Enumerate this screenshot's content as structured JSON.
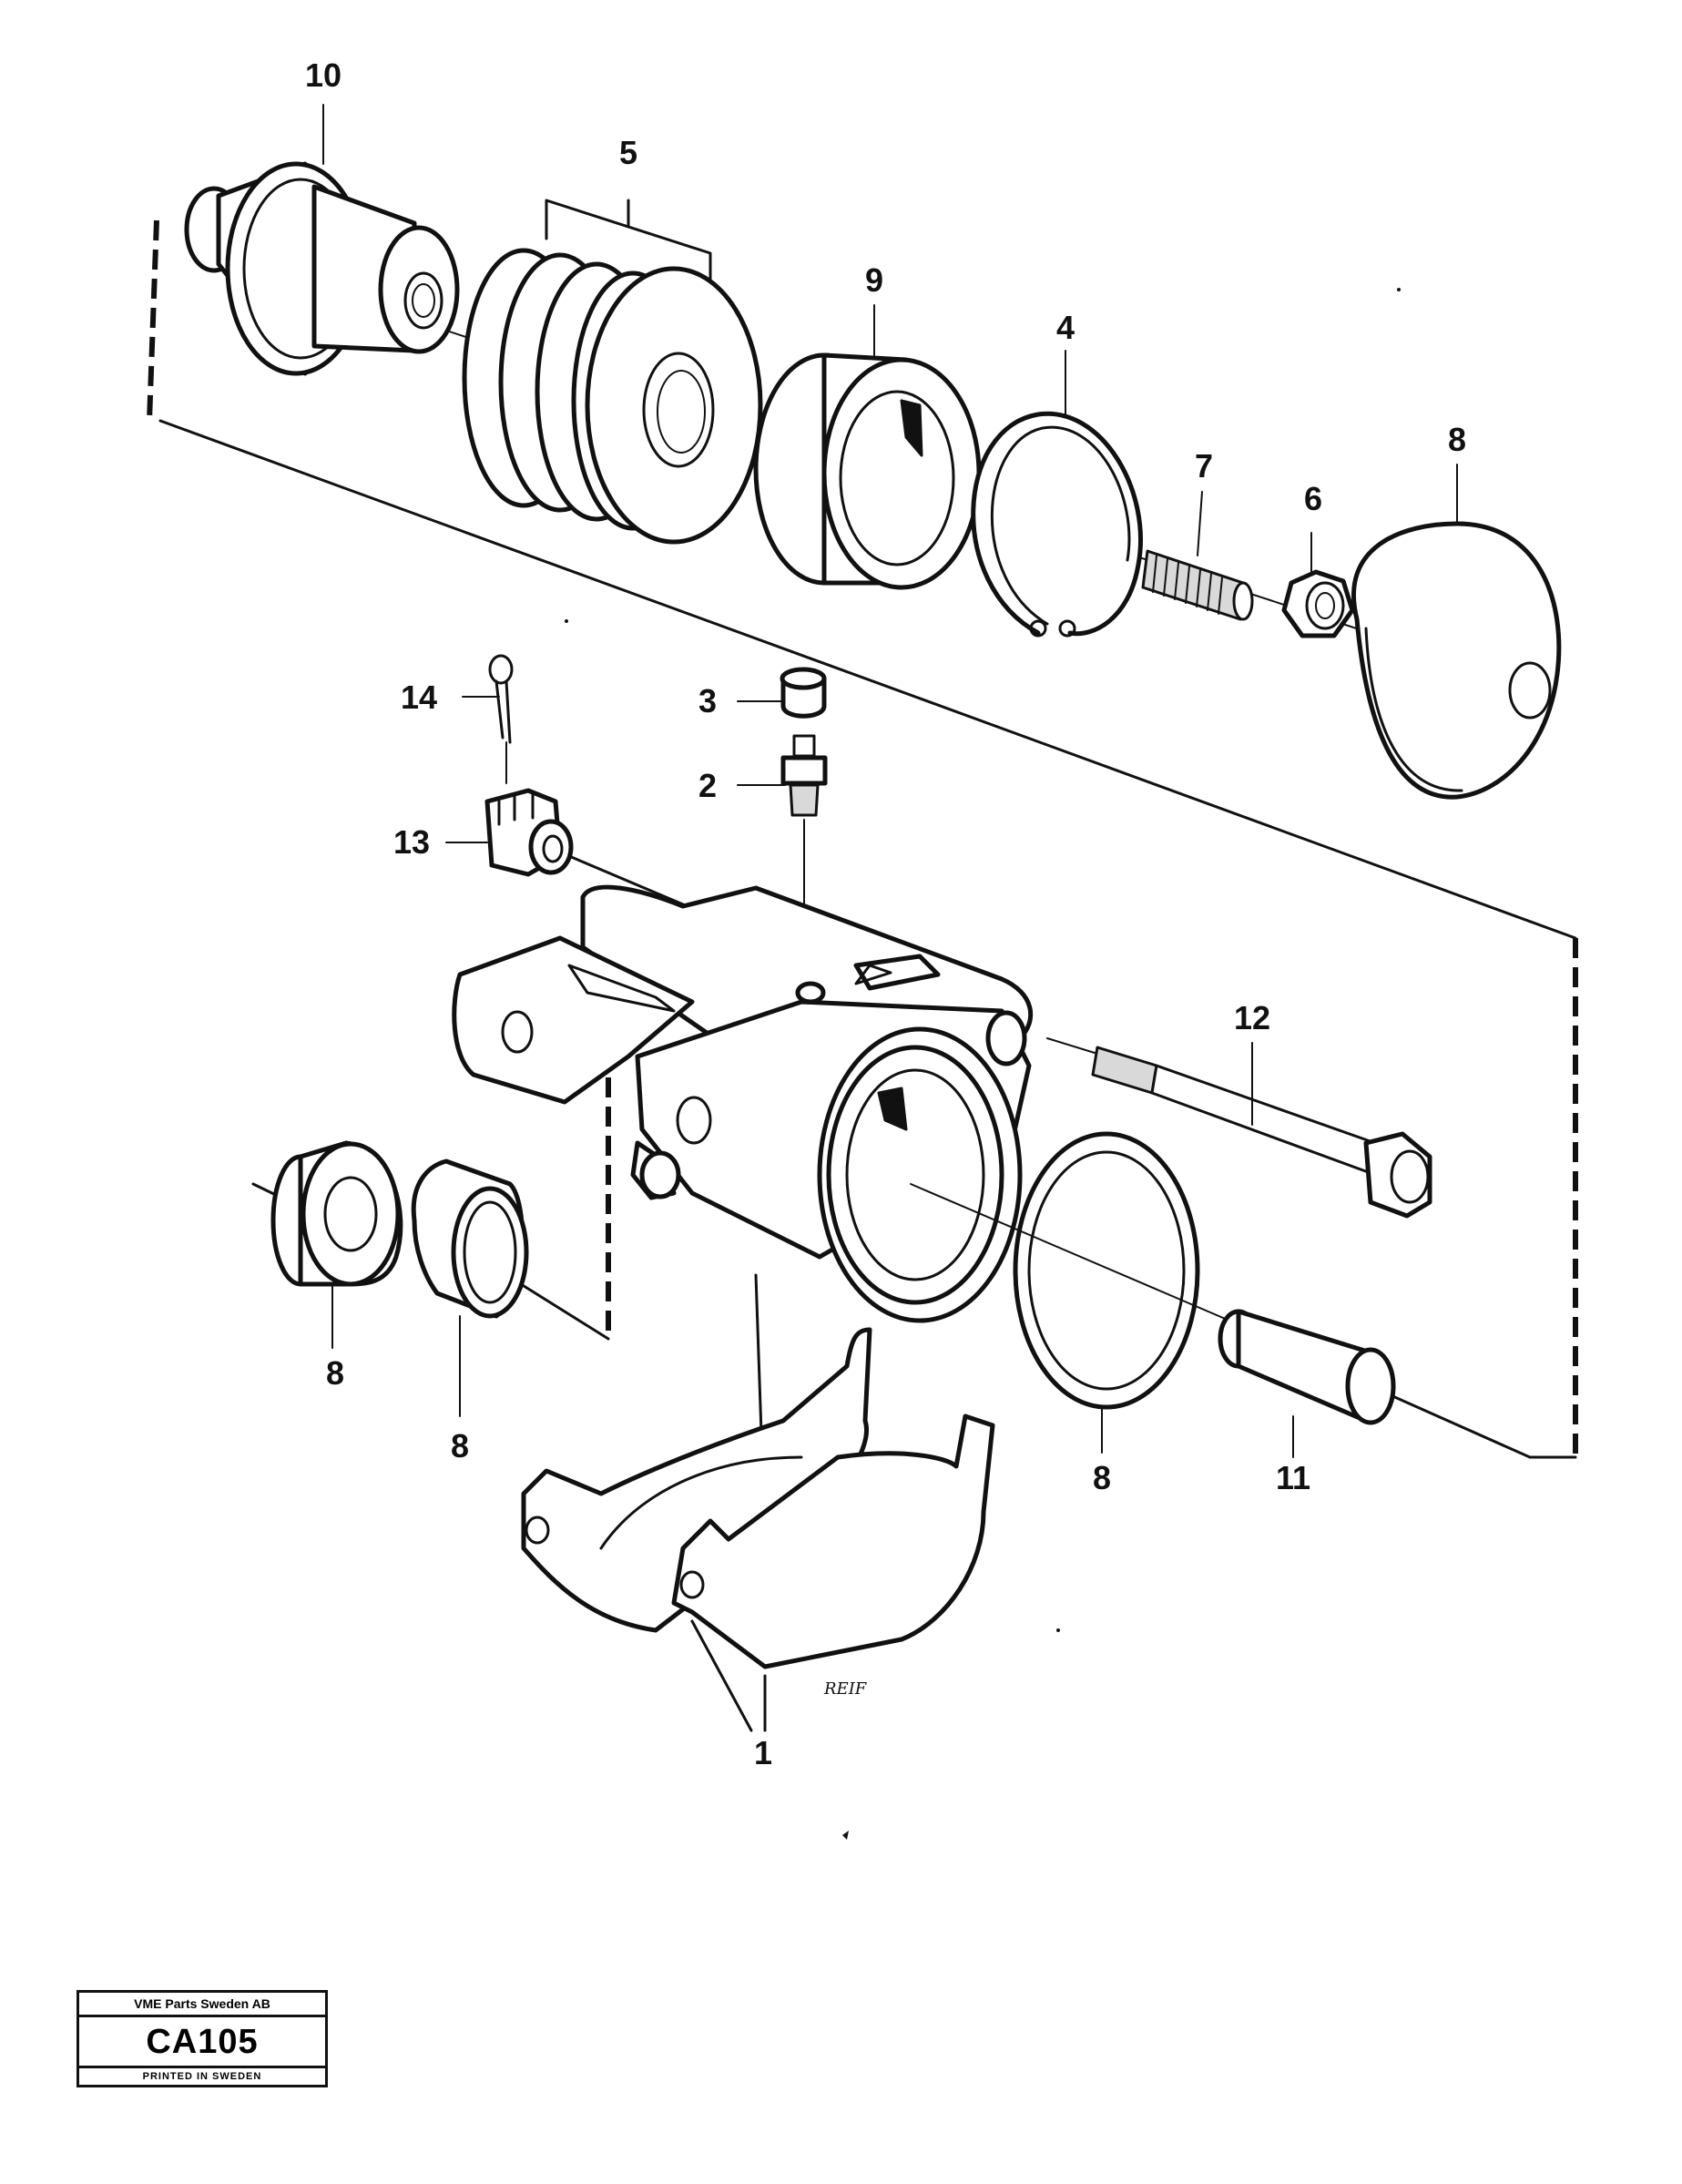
{
  "labels": {
    "p10": "10",
    "p5": "5",
    "p9": "9",
    "p4": "4",
    "p7": "7",
    "p6": "6",
    "p8_top": "8",
    "p14": "14",
    "p3": "3",
    "p2": "2",
    "p13": "13",
    "p12": "12",
    "p8_left": "8",
    "p8_mid": "8",
    "p8_right": "8",
    "p11": "11",
    "p1": "1"
  },
  "signature": "REIF",
  "title_block": {
    "company": "VME Parts Sweden AB",
    "code": "CA105",
    "printed": "PRINTED IN SWEDEN"
  }
}
